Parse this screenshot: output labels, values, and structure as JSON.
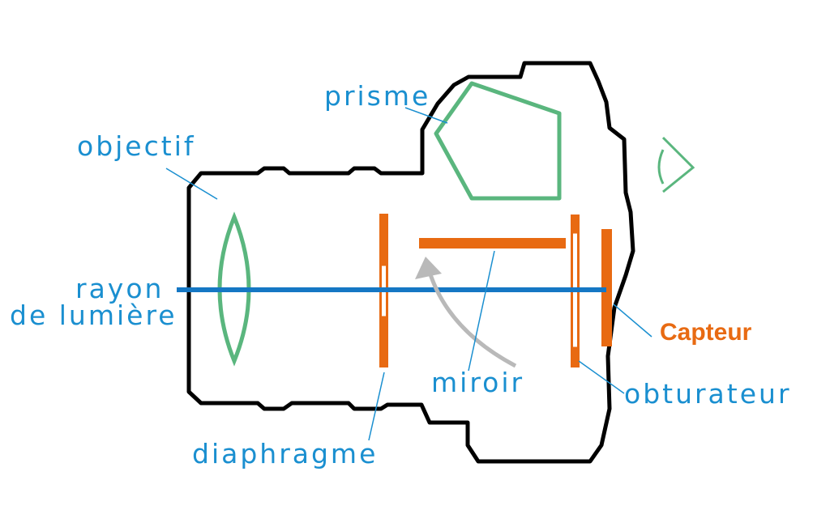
{
  "colors": {
    "body_outline": "#000000",
    "label_blue": "#1a8fd0",
    "ray_blue": "#1577c4",
    "green": "#5ab67e",
    "orange": "#e86a12",
    "arrow_gray": "#b9b9b9"
  },
  "labels": {
    "prisme": "prisme",
    "objectif": "objectif",
    "rayon_line1": "rayon",
    "rayon_line2": "de lumière",
    "miroir": "miroir",
    "diaphragme": "diaphragme",
    "obturateur": "obturateur",
    "capteur": "Capteur"
  },
  "icons": {
    "eye": "eye-icon"
  }
}
